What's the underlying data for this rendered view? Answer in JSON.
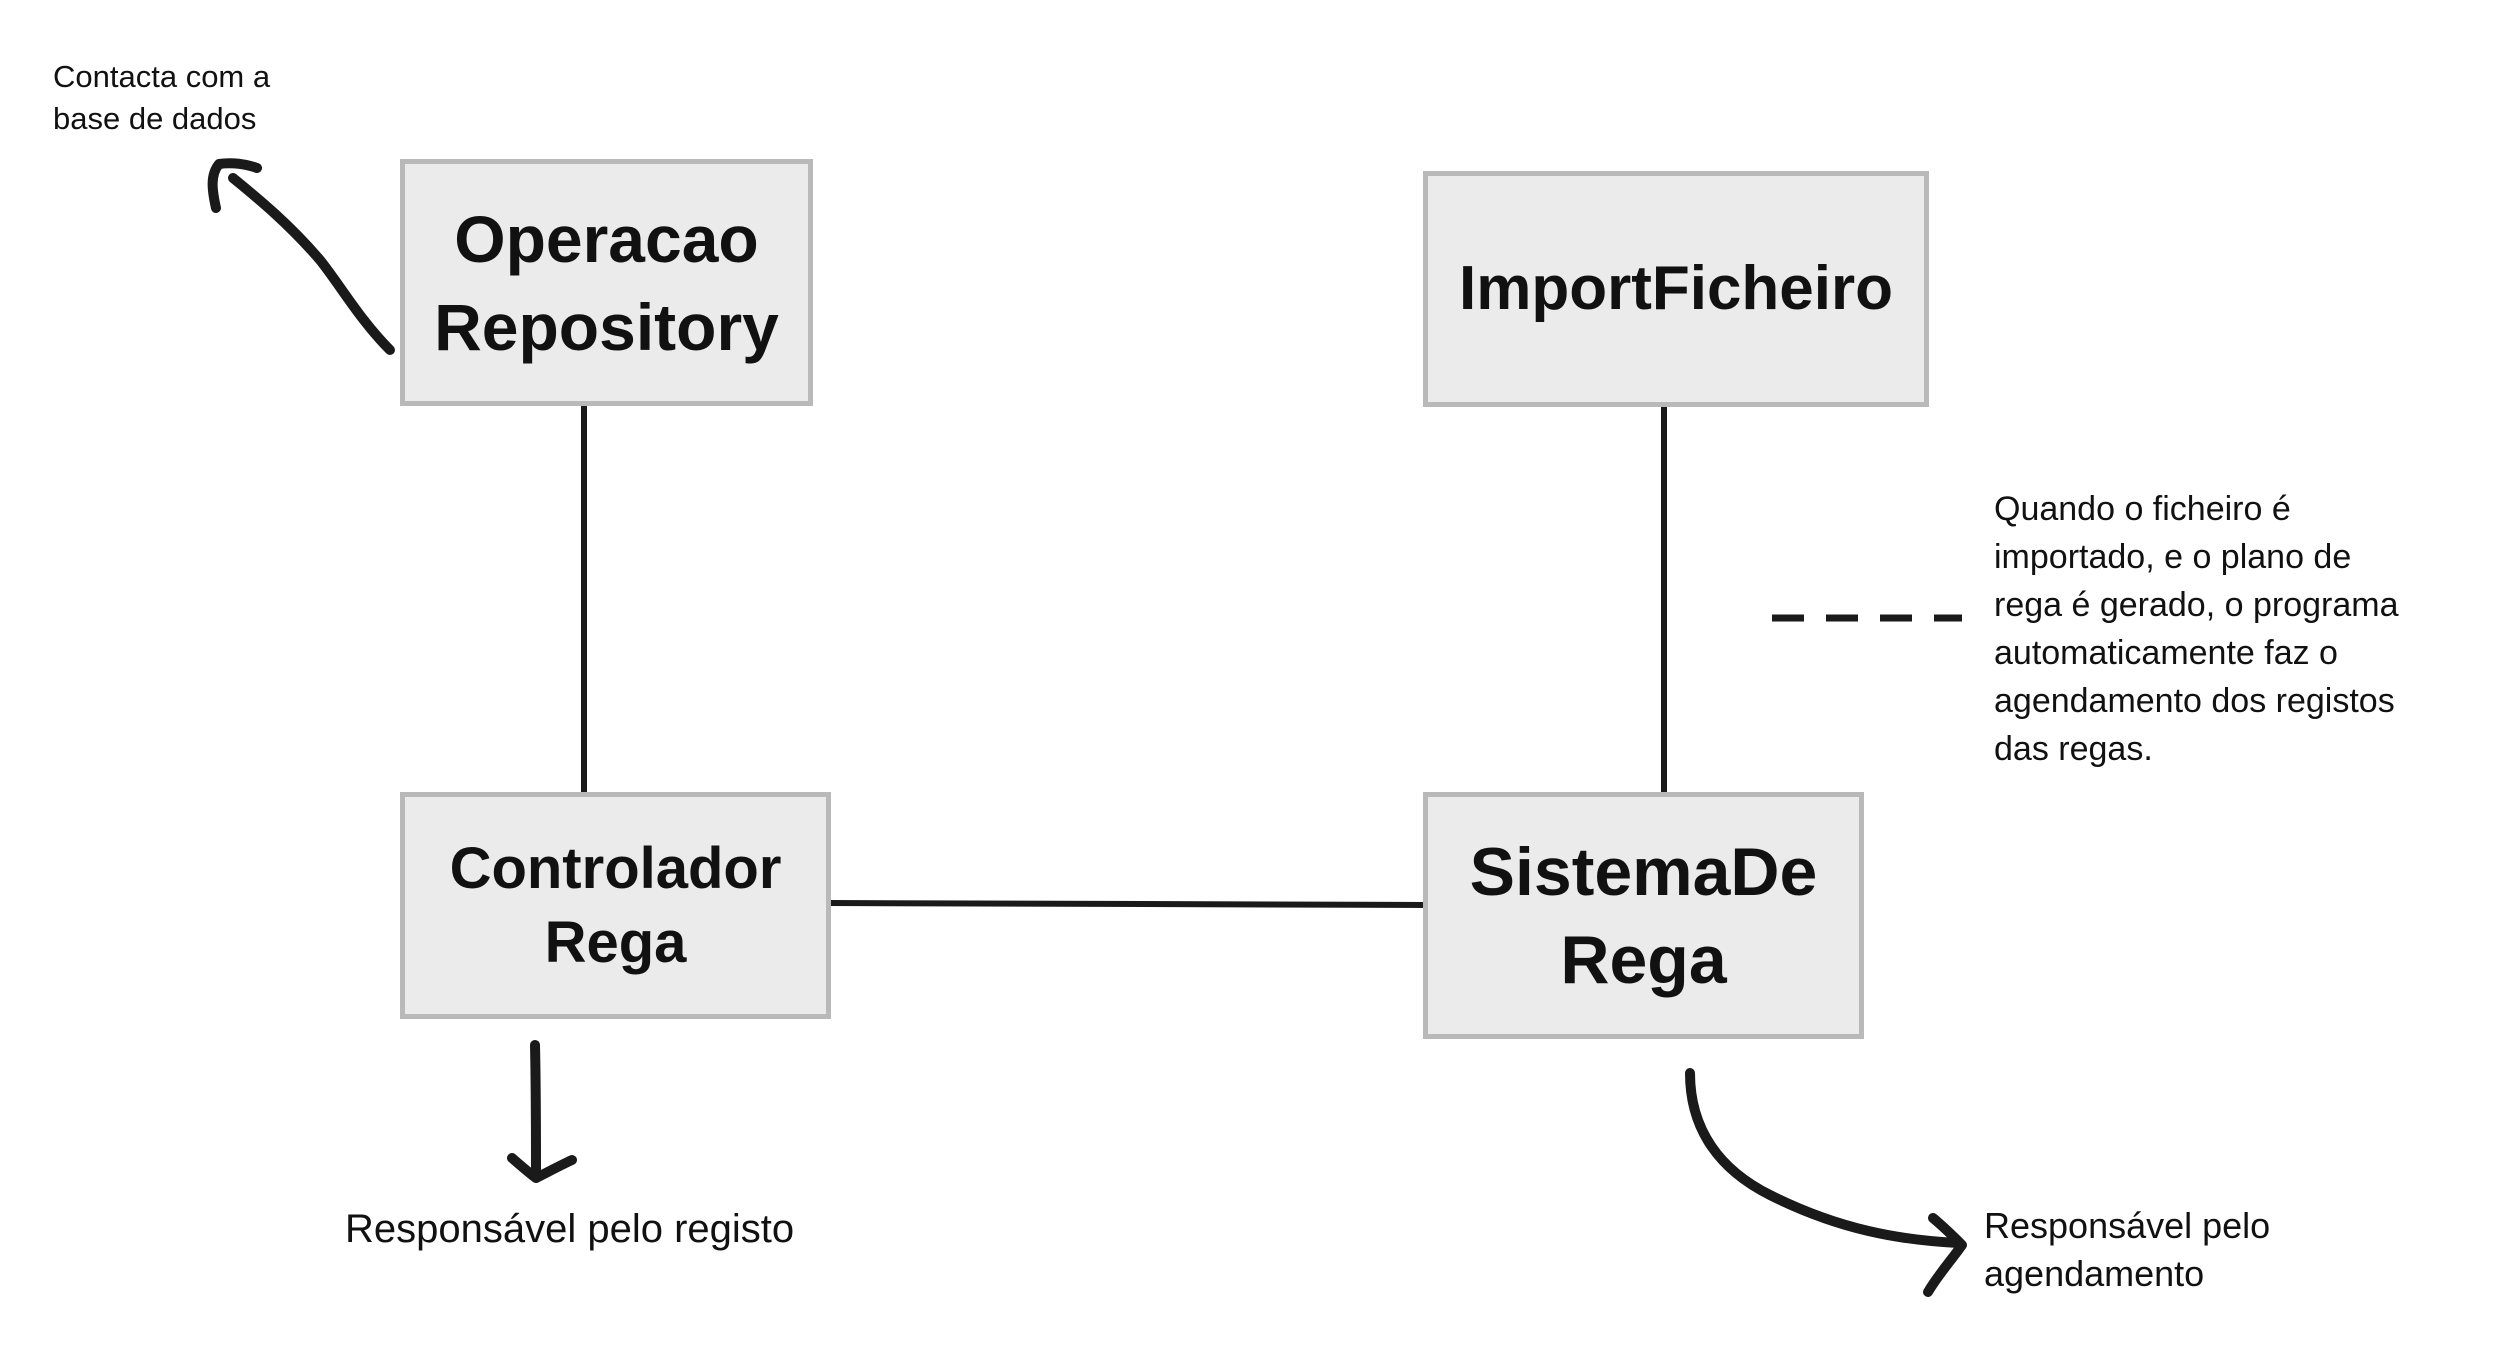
{
  "diagram": {
    "nodes": {
      "operacao_repository": {
        "lines": [
          "Operacao",
          "Repository"
        ]
      },
      "import_ficheiro": {
        "lines": [
          "ImportFicheiro"
        ]
      },
      "controlador_rega": {
        "lines": [
          "Controlador",
          "Rega"
        ]
      },
      "sistema_de_rega": {
        "lines": [
          "SistemaDe",
          "Rega"
        ]
      }
    },
    "annotations": {
      "contacta": "Contacta com a\nbase de dados",
      "quando": "Quando o ficheiro é\nimportado, e o plano de\nrega é gerado, o programa\nautomaticamente faz o\nagendamento dos registos\ndas regas.",
      "registo": "Responsável pelo registo",
      "agendamento": "Responsável pelo\nagendamento"
    },
    "colors": {
      "box_fill": "#ebebeb",
      "box_border": "#b9b9b9",
      "line": "#1a1a1a",
      "text": "#111111"
    }
  }
}
